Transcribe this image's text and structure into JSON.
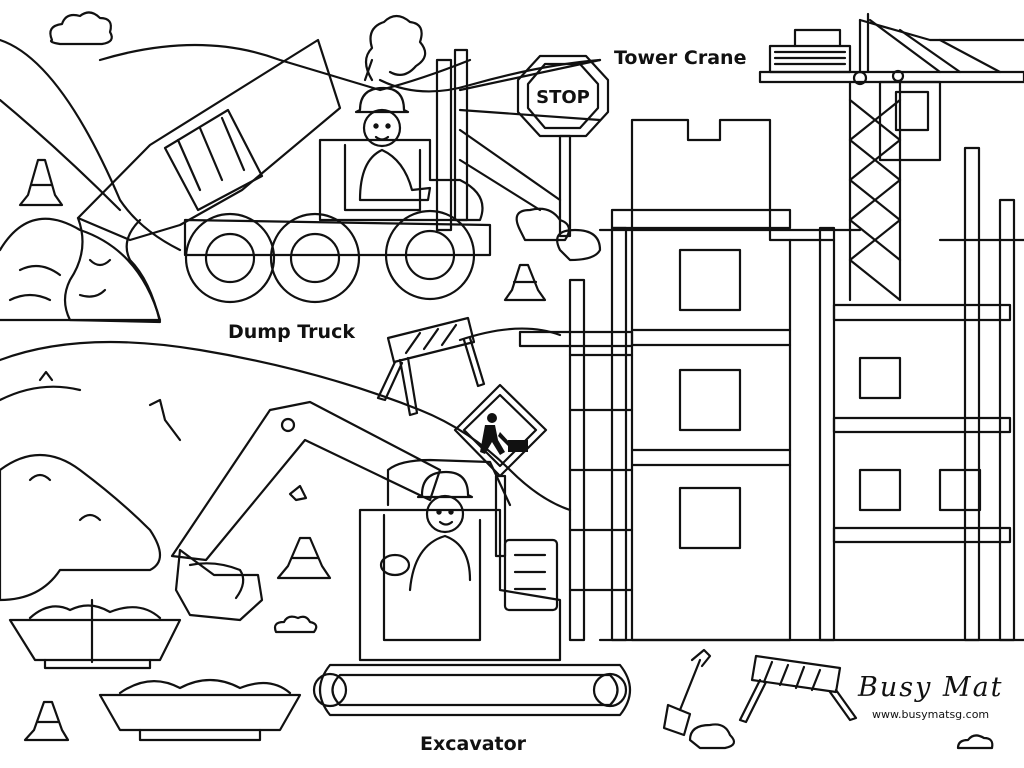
{
  "labels": {
    "dump_truck": "Dump Truck",
    "tower_crane": "Tower Crane",
    "excavator": "Excavator"
  },
  "signs": {
    "stop": "STOP"
  },
  "branding": {
    "name": "Busy Mat",
    "url": "www.busymatsg.com"
  },
  "colors": {
    "line": "#111111",
    "background": "#ffffff"
  }
}
